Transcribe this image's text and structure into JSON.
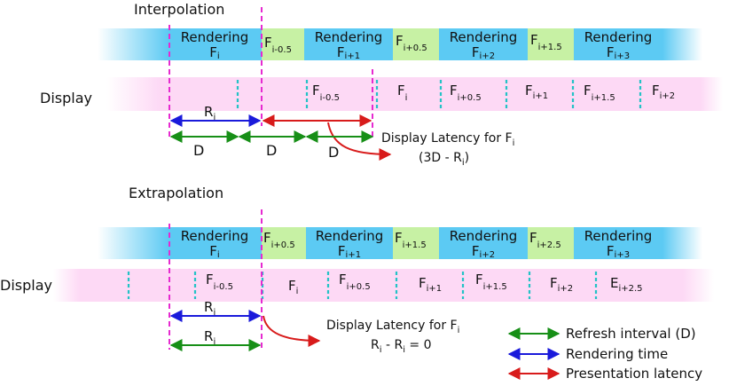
{
  "colors": {
    "render_blue": "#5ccaf3",
    "interframe_green": "#c7f1a4",
    "display_pink": "#fdd9f5",
    "display_tick": "#23c3c6",
    "magenta_dash": "#e62ad0",
    "blue_arrow": "#1a1adb",
    "green_arrow": "#178f17",
    "red_arrow": "#d81b1b"
  },
  "interpolation": {
    "heading": "Interpolation",
    "display_label": "Display",
    "render_row": [
      {
        "kind": "render",
        "line1": "Rendering",
        "base": "F",
        "sub": "i"
      },
      {
        "kind": "inter",
        "base": "F",
        "sub": "i-0.5"
      },
      {
        "kind": "render",
        "line1": "Rendering",
        "base": "F",
        "sub": "i+1"
      },
      {
        "kind": "inter",
        "base": "F",
        "sub": "i+0.5"
      },
      {
        "kind": "render",
        "line1": "Rendering",
        "base": "F",
        "sub": "i+2"
      },
      {
        "kind": "inter",
        "base": "F",
        "sub": "i+1.5"
      },
      {
        "kind": "render",
        "line1": "Rendering",
        "base": "F",
        "sub": "i+3"
      }
    ],
    "display_frames": [
      {
        "base": "F",
        "sub": "i-0.5"
      },
      {
        "base": "F",
        "sub": "i"
      },
      {
        "base": "F",
        "sub": "i+0.5"
      },
      {
        "base": "F",
        "sub": "i+1"
      },
      {
        "base": "F",
        "sub": "i+1.5"
      },
      {
        "base": "F",
        "sub": "i+2"
      }
    ],
    "rendering_time": {
      "base": "R",
      "sub": "i"
    },
    "d_labels": [
      "D",
      "D",
      "D"
    ],
    "latency_line1": {
      "text": "Display Latency for F",
      "sub": "i"
    },
    "latency_line2": {
      "pre": "(3D - R",
      "sub": "i",
      "post": ")"
    }
  },
  "extrapolation": {
    "heading": "Extrapolation",
    "display_label": "Display",
    "render_row": [
      {
        "kind": "render",
        "line1": "Rendering",
        "base": "F",
        "sub": "i"
      },
      {
        "kind": "inter",
        "base": "F",
        "sub": "i+0.5"
      },
      {
        "kind": "render",
        "line1": "Rendering",
        "base": "F",
        "sub": "i+1"
      },
      {
        "kind": "inter",
        "base": "F",
        "sub": "i+1.5"
      },
      {
        "kind": "render",
        "line1": "Rendering",
        "base": "F",
        "sub": "i+2"
      },
      {
        "kind": "inter",
        "base": "F",
        "sub": "i+2.5"
      },
      {
        "kind": "render",
        "line1": "Rendering",
        "base": "F",
        "sub": "i+3"
      }
    ],
    "display_frames": [
      {
        "base": "F",
        "sub": "i-0.5"
      },
      {
        "base": "F",
        "sub": "i"
      },
      {
        "base": "F",
        "sub": "i+0.5"
      },
      {
        "base": "F",
        "sub": "i+1"
      },
      {
        "base": "F",
        "sub": "i+1.5"
      },
      {
        "base": "F",
        "sub": "i+2"
      },
      {
        "base": "E",
        "sub": "i+2.5"
      }
    ],
    "rendering_time": {
      "base": "R",
      "sub": "i"
    },
    "refresh_label": {
      "base": "R",
      "sub": "i"
    },
    "latency_line1": {
      "text": "Display Latency for F",
      "sub": "i"
    },
    "latency_line2": {
      "a": "R",
      "a_sub": "i",
      "mid": " - R",
      "b_sub": "i",
      "post": " = 0"
    }
  },
  "legend": [
    {
      "label": "Refresh interval (D)",
      "color": "green"
    },
    {
      "label": "Rendering time",
      "color": "blue"
    },
    {
      "label": "Presentation latency",
      "color": "red"
    }
  ]
}
